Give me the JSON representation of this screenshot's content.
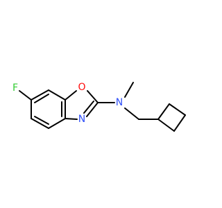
{
  "molecule": {
    "atoms": [
      {
        "id": "F",
        "label": "F",
        "color": "#33cc33"
      },
      {
        "id": "O",
        "label": "O",
        "color": "#ff0d0d"
      },
      {
        "id": "N1",
        "label": "N",
        "color": "#3050f8"
      },
      {
        "id": "N2",
        "label": "N",
        "color": "#3050f8"
      }
    ]
  }
}
